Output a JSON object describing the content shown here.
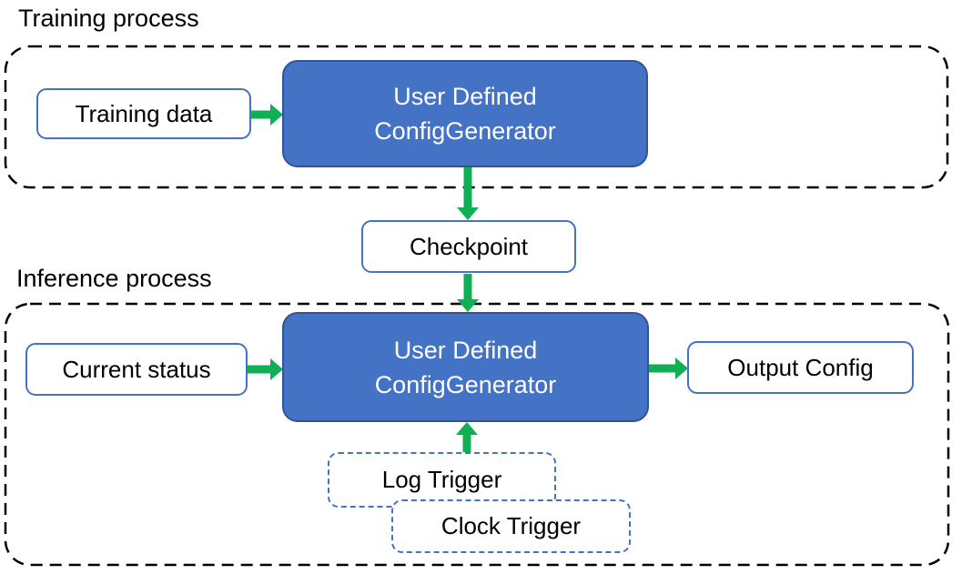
{
  "diagram": {
    "training": {
      "section_label": "Training process",
      "input_label": "Training data",
      "generator": {
        "line1": "User Defined",
        "line2": "ConfigGenerator"
      }
    },
    "checkpoint_label": "Checkpoint",
    "inference": {
      "section_label": "Inference process",
      "input_label": "Current status",
      "generator": {
        "line1": "User Defined",
        "line2": "ConfigGenerator"
      },
      "output_label": "Output Config",
      "triggers": [
        {
          "label": "Log Trigger"
        },
        {
          "label": "Clock Trigger"
        }
      ]
    },
    "arrows": [
      {
        "name": "training-data-to-generator",
        "direction": "right"
      },
      {
        "name": "generator-to-checkpoint",
        "direction": "down"
      },
      {
        "name": "checkpoint-to-inference-generator",
        "direction": "down"
      },
      {
        "name": "current-status-to-generator",
        "direction": "right"
      },
      {
        "name": "generator-to-output-config",
        "direction": "right"
      },
      {
        "name": "log-trigger-to-generator",
        "direction": "up"
      }
    ],
    "colors": {
      "generator_fill": "#4472C4",
      "generator_border": "#2F5597",
      "io_box_border": "#4472C4",
      "trigger_box_border": "#4472C4",
      "container_dash": "#000000",
      "arrow": "#10AF54",
      "generator_text": "#FFFFFF",
      "text": "#000000"
    }
  }
}
